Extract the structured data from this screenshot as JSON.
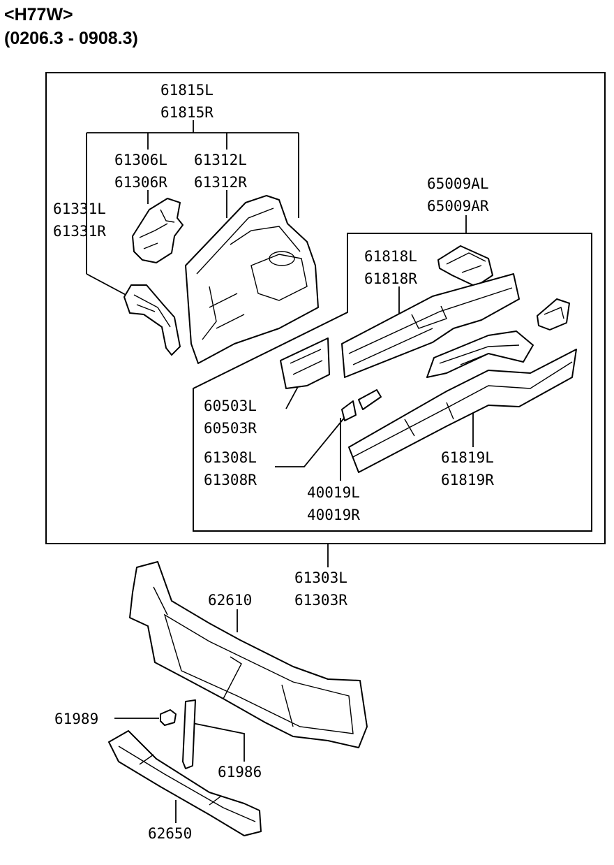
{
  "header": {
    "model": "<H77W>",
    "period": "(0206.3 - 0908.3)"
  },
  "labels": {
    "p61815": [
      "61815L",
      "61815R"
    ],
    "p61306": [
      "61306L",
      "61306R"
    ],
    "p61312": [
      "61312L",
      "61312R"
    ],
    "p61331": [
      "61331L",
      "61331R"
    ],
    "p65009": [
      "65009AL",
      "65009AR"
    ],
    "p61818": [
      "61818L",
      "61818R"
    ],
    "p60503": [
      "60503L",
      "60503R"
    ],
    "p61308": [
      "61308L",
      "61308R"
    ],
    "p40019": [
      "40019L",
      "40019R"
    ],
    "p61819": [
      "61819L",
      "61819R"
    ],
    "p61303": [
      "61303L",
      "61303R"
    ],
    "p62610": "62610",
    "p61989": "61989",
    "p61986": "61986",
    "p62650": "62650"
  }
}
